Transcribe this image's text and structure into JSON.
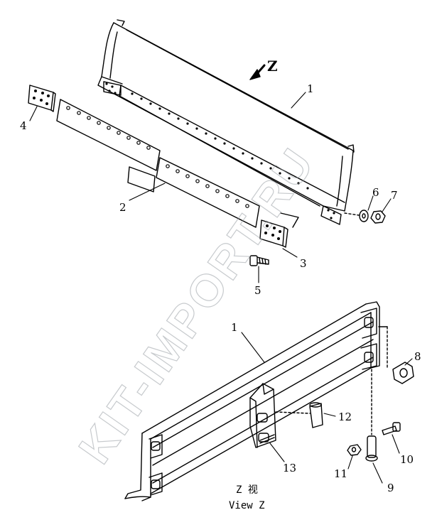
{
  "view_marker": "Z",
  "caption": {
    "line1": "Z 视",
    "line2": "View Z"
  },
  "watermark": "KIT-IMPORT.RU",
  "callouts": {
    "p1_top": "1",
    "p2": "2",
    "p3": "3",
    "p4": "4",
    "p5": "5",
    "p6": "6",
    "p7": "7",
    "p1_bottom": "1",
    "p8": "8",
    "p9": "9",
    "p10": "10",
    "p11": "11",
    "p12": "12",
    "p13": "13"
  }
}
